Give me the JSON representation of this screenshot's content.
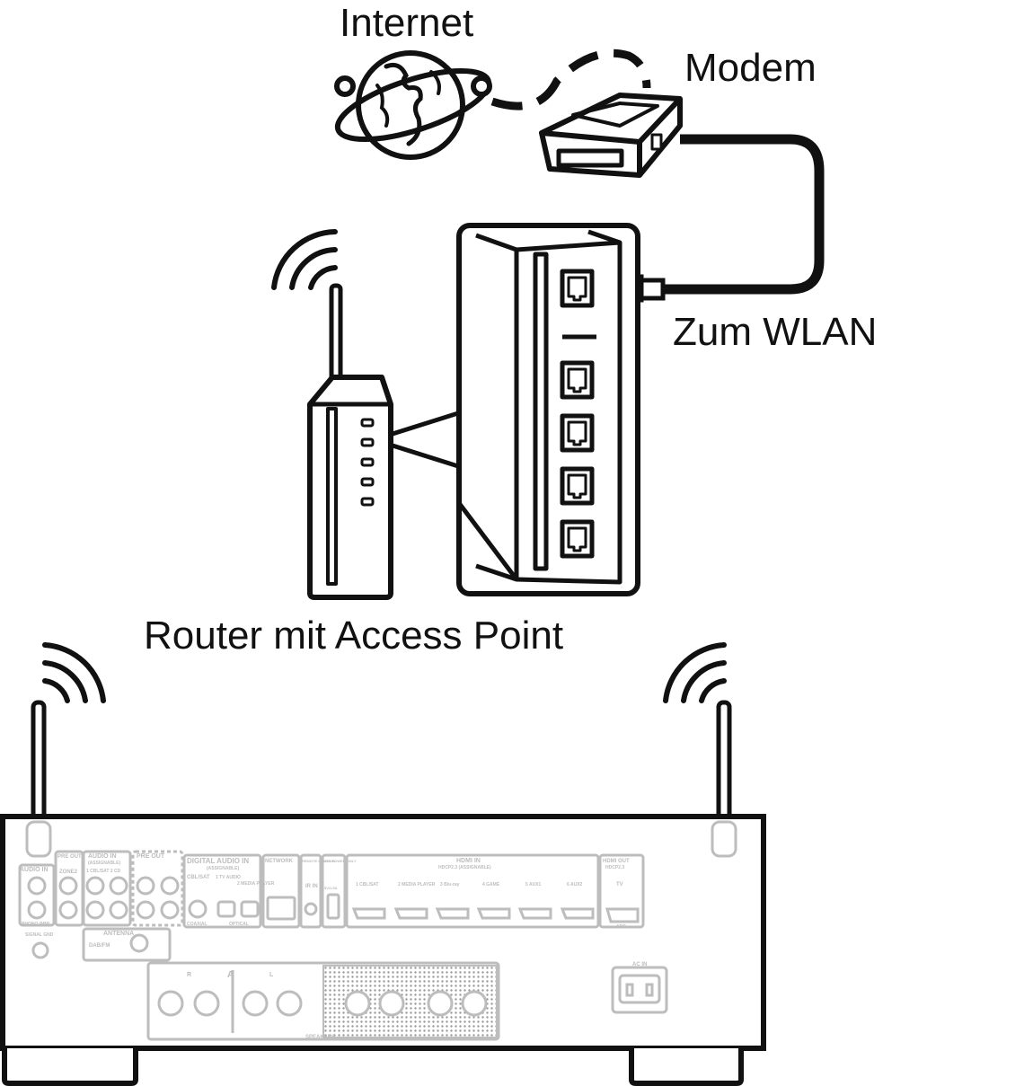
{
  "labels": {
    "internet": "Internet",
    "modem": "Modem",
    "to_wlan": "Zum WLAN",
    "router": "Router mit Access Point"
  },
  "receiver_panel": {
    "audio_in": "AUDIO IN",
    "zone2": "ZONE2",
    "pre_out": "PRE OUT",
    "pre_out_2": "PRE OUT",
    "assignable": "(ASSIGNABLE)",
    "cbl_sat_cd": "1 CBL/SAT   2 CD",
    "digital_audio_in": "DIGITAL AUDIO IN",
    "digital_assignable": "(ASSIGNABLE)",
    "cbl_sat": "CBL/SAT",
    "tv_audio": "1 TV AUDIO",
    "media_player": "2 MEDIA PLAYER",
    "coaxial": "COAXIAL",
    "optical": "OPTICAL",
    "network": "NETWORK",
    "remote_control": "REMOTE CONTROL",
    "ir_in": "IR IN",
    "usb_power_only": "USB POWER ONLY",
    "dc_5v": "5V/1.5A",
    "hdmi_in": "HDMI IN",
    "hdcp": "HDCP2.3 (ASSIGNABLE)",
    "hdmi_out": "HDMI OUT",
    "hdmi_out_hdcp": "HDCP2.3",
    "tv": "TV",
    "arc": "ARC",
    "in1": "1 CBL/SAT",
    "in2": "2 MEDIA PLAYER",
    "in3": "3 Blu-ray",
    "in4": "4 GAME",
    "in5": "5 AUX1",
    "in6": "6 AUX2",
    "phono": "PHONO (MM)",
    "signal_gnd": "SIGNAL GND",
    "antenna": "ANTENNA",
    "dab_fm": "DAB/FM",
    "speakers": "SPEAKERS",
    "ac_in": "AC IN",
    "a": "A",
    "r": "R",
    "l": "L"
  },
  "icons": {
    "globe": "globe-icon",
    "modem": "modem-icon",
    "router": "router-icon",
    "wifi": "wifi-signal-icon",
    "receiver": "av-receiver-icon"
  }
}
